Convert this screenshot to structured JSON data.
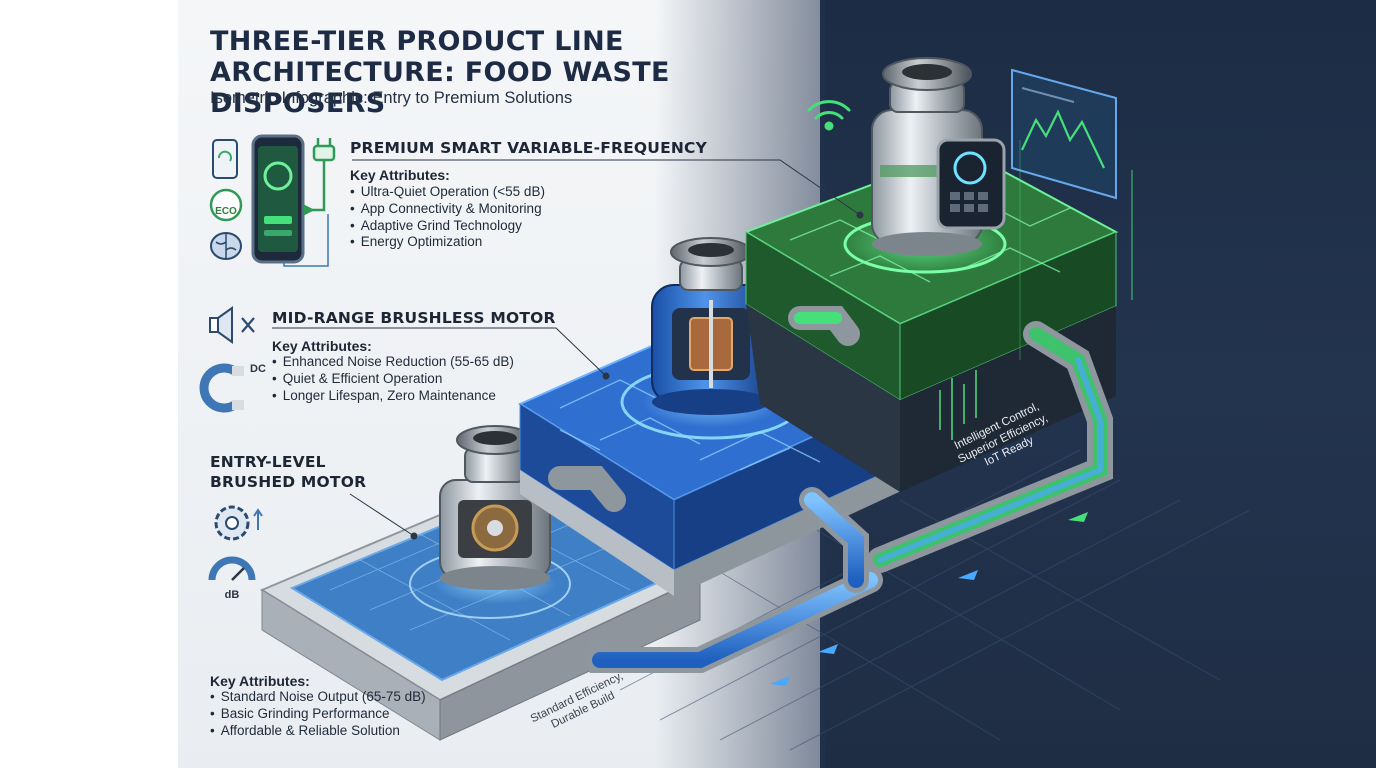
{
  "header": {
    "title": "THREE-TIER PRODUCT LINE ARCHITECTURE: FOOD WASTE DISPOSERS",
    "subtitle": "Isometric Infographic: Entry to Premium Solutions"
  },
  "tiers": {
    "premium": {
      "title": "PREMIUM SMART VARIABLE-FREQUENCY",
      "attributes_heading": "Key Attributes:",
      "attributes": [
        "Ultra-Quiet Operation (<55 dB)",
        "App Connectivity & Monitoring",
        "Adaptive Grind Technology",
        "Energy Optimization"
      ],
      "platform_note": "Intelligent Control, Superior Efficiency, IoT Ready",
      "icons": [
        "smartphone-recycle-icon",
        "eco-badge-icon",
        "brain-icon",
        "smartphone-app-icon",
        "power-plug-icon"
      ]
    },
    "mid": {
      "title": "MID-RANGE BRUSHLESS MOTOR",
      "attributes_heading": "Key Attributes:",
      "attributes": [
        "Enhanced Noise Reduction (55-65 dB)",
        "Quiet & Efficient Operation",
        "Longer Lifespan, Zero Maintenance"
      ],
      "icons": [
        "speaker-mute-icon",
        "dc-magnet-icon"
      ],
      "dc_label": "DC"
    },
    "entry": {
      "title_line1": "ENTRY-LEVEL",
      "title_line2": "BRUSHED MOTOR",
      "attributes_heading": "Key Attributes:",
      "attributes": [
        "Standard Noise Output (65-75 dB)",
        "Basic Grinding Performance",
        "Affordable & Reliable Solution"
      ],
      "platform_note": "Standard Efficiency, Durable Build",
      "icons": [
        "gear-icon",
        "gauge-icon"
      ],
      "gauge_label": "dB"
    },
    "eco_label": "ECO"
  },
  "colors": {
    "left_panel": "#eef1f4",
    "right_panel": "#22324c",
    "entry_platform": "#c6ccd3",
    "mid_platform": "#2f6fd0",
    "premium_platform": "#2f7d3e",
    "accent_green": "#46e07a",
    "accent_blue": "#4aa8ff",
    "title_text": "#1d2b44"
  }
}
